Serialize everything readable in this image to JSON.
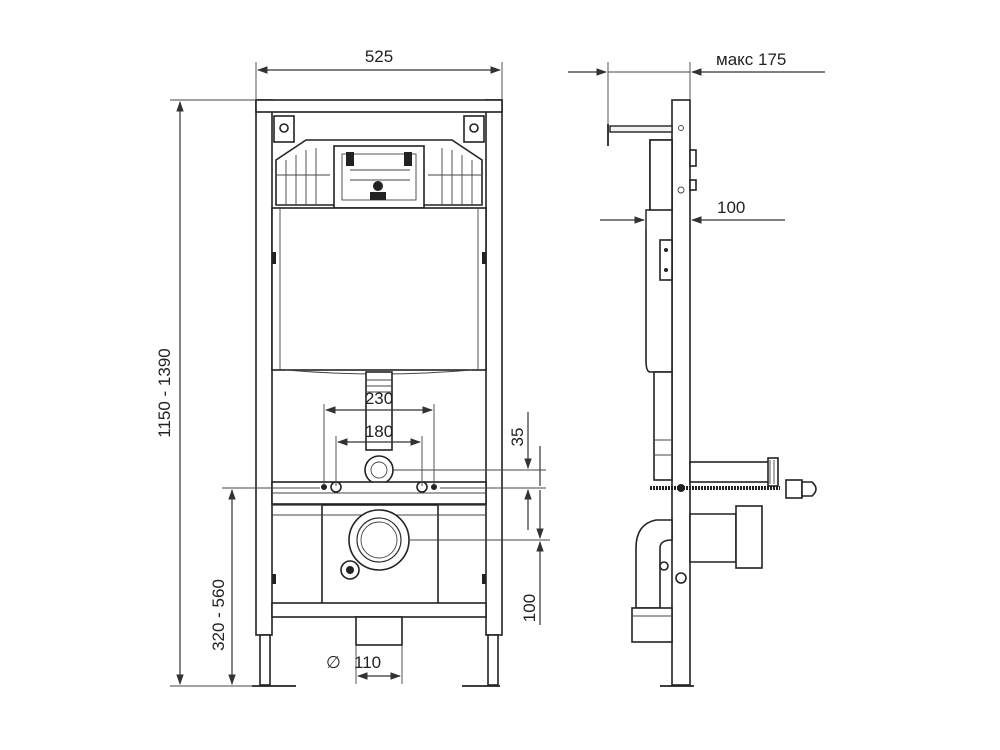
{
  "dimensions": {
    "width": "525",
    "height": "1150 - 1390",
    "depth_max": "макс 175",
    "depth_tank": "100",
    "holes_outer": "230",
    "holes_inner": "180",
    "offset_top": "35",
    "connect_height": "320 - 560",
    "drain_offset": "100",
    "pipe_diameter": "110",
    "diameter_symbol": "∅"
  }
}
